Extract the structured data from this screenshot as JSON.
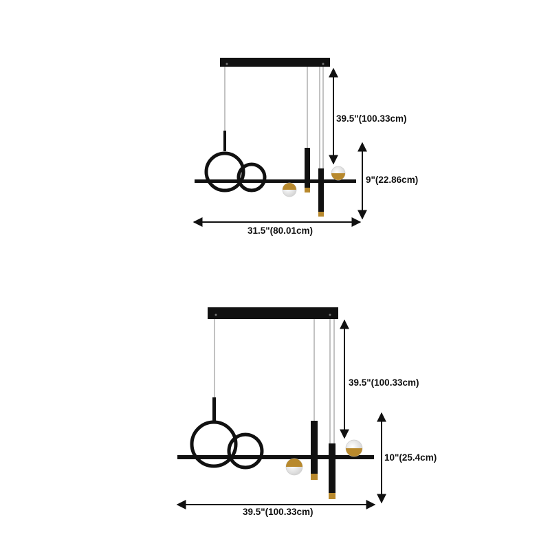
{
  "colors": {
    "fixture": "#111111",
    "wire": "#9a9a9a",
    "brass": "#b8892d",
    "globe": "#f1f1f1",
    "dimension": "#111111",
    "background": "#ffffff"
  },
  "figures": [
    {
      "id": "top",
      "drop_label": "39.5\"(100.33cm)",
      "height_label": "9\"(22.86cm)",
      "width_label": "31.5\"(80.01cm)"
    },
    {
      "id": "bottom",
      "drop_label": "39.5\"(100.33cm)",
      "height_label": "10\"(25.4cm)",
      "width_label": "39.5\"(100.33cm)"
    }
  ]
}
